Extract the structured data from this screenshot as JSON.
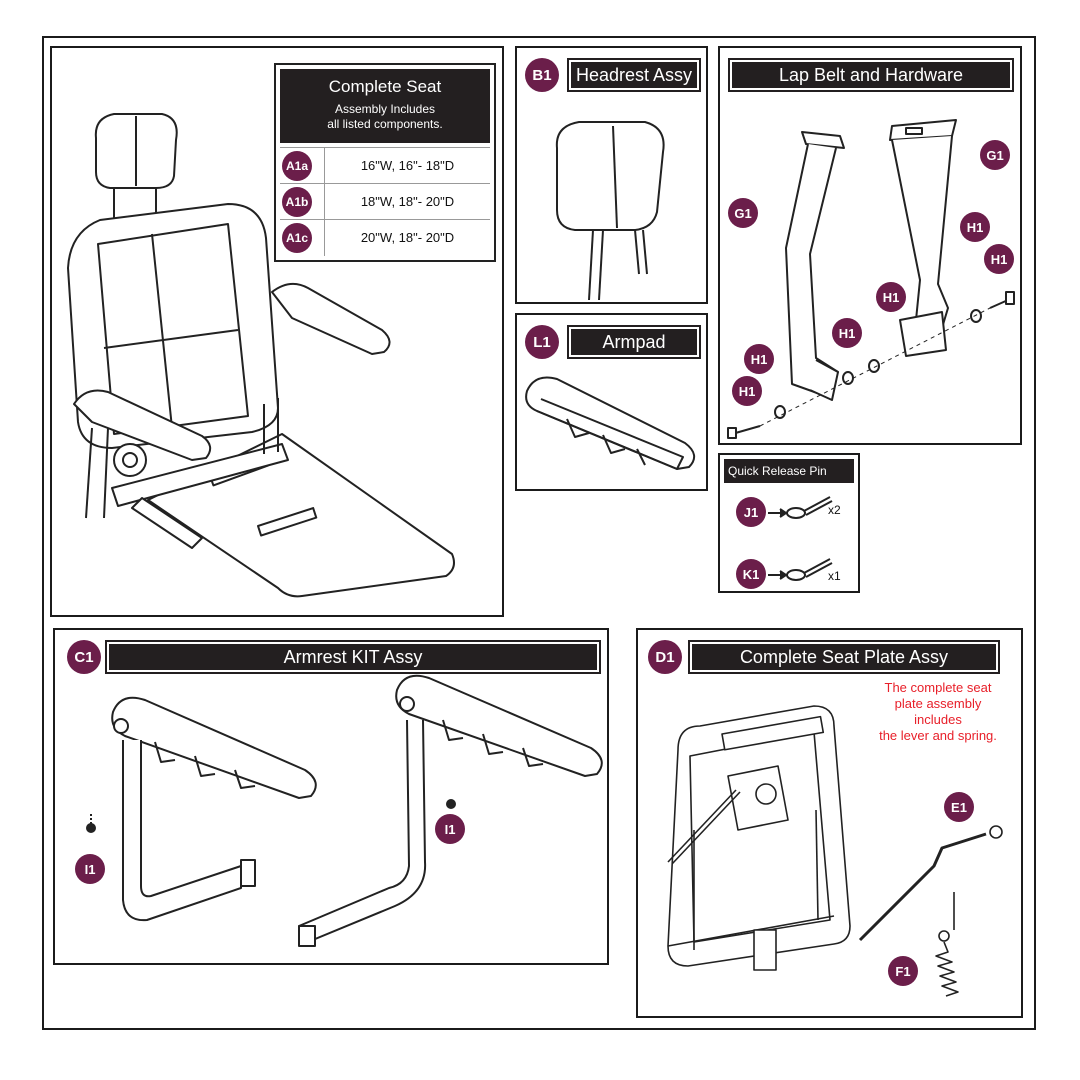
{
  "seat_table": {
    "title": "Complete Seat",
    "subtitle_line1": "Assembly Includes",
    "subtitle_line2": "all listed components.",
    "rows": [
      {
        "badge": "A1a",
        "desc": "16\"W, 16\"- 18\"D"
      },
      {
        "badge": "A1b",
        "desc": "18\"W, 18\"- 20\"D"
      },
      {
        "badge": "A1c",
        "desc": "20\"W, 18\"- 20\"D"
      }
    ]
  },
  "headrest": {
    "badge": "B1",
    "title": "Headrest Assy"
  },
  "armpad": {
    "badge": "L1",
    "title": "Armpad"
  },
  "lapbelt": {
    "title": "Lap Belt and Hardware",
    "belt_label": "G1",
    "hardware_label": "H1"
  },
  "quick_release": {
    "title": "Quick Release Pin",
    "items": [
      {
        "badge": "J1",
        "qty": "x2"
      },
      {
        "badge": "K1",
        "qty": "x1"
      }
    ]
  },
  "armrest_kit": {
    "badge": "C1",
    "title": "Armrest KIT Assy",
    "part_label": "I1"
  },
  "seat_plate": {
    "badge": "D1",
    "title": "Complete Seat Plate Assy",
    "note_line1": "The complete seat",
    "note_line2": "plate assembly",
    "note_line3": "includes",
    "note_line4": "the lever and spring.",
    "lever_label": "E1",
    "spring_label": "F1"
  },
  "colors": {
    "badge": "#6b1e4a",
    "header_bg": "#231f20",
    "note": "#e8202a"
  }
}
